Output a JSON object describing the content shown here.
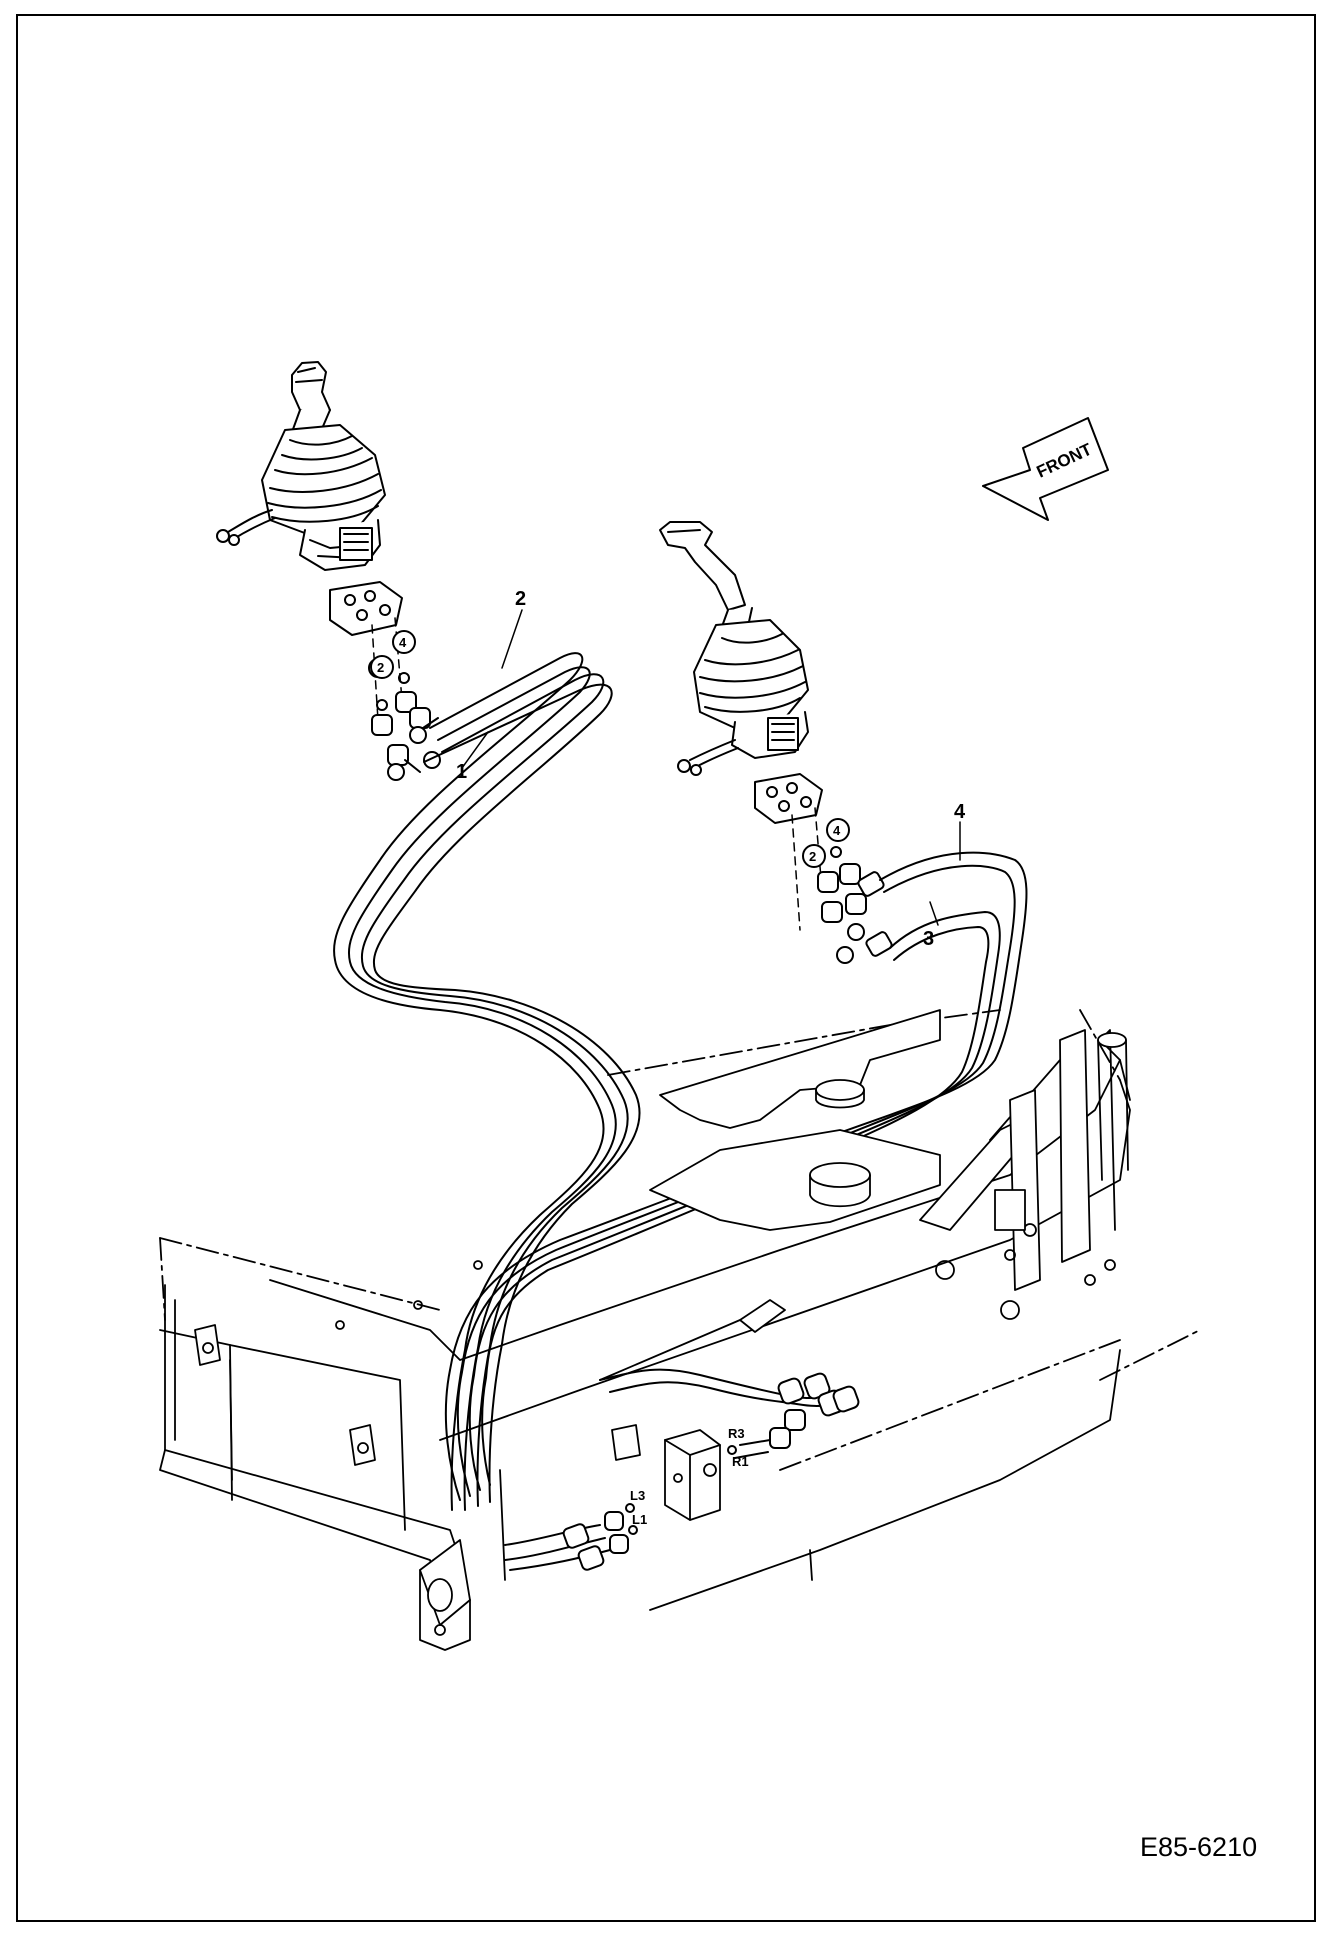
{
  "diagram": {
    "front_arrow_label": "FRONT",
    "callouts": [
      {
        "id": "1",
        "text": "1"
      },
      {
        "id": "2",
        "text": "2"
      },
      {
        "id": "3",
        "text": "3"
      },
      {
        "id": "4",
        "text": "4"
      }
    ],
    "circled_numbers": [
      "2",
      "4",
      "2",
      "4"
    ],
    "port_labels": [
      "R3",
      "R1",
      "L3",
      "L1"
    ],
    "document_code": "E85-6210"
  },
  "colors": {
    "line": "#000000",
    "background": "#ffffff"
  }
}
